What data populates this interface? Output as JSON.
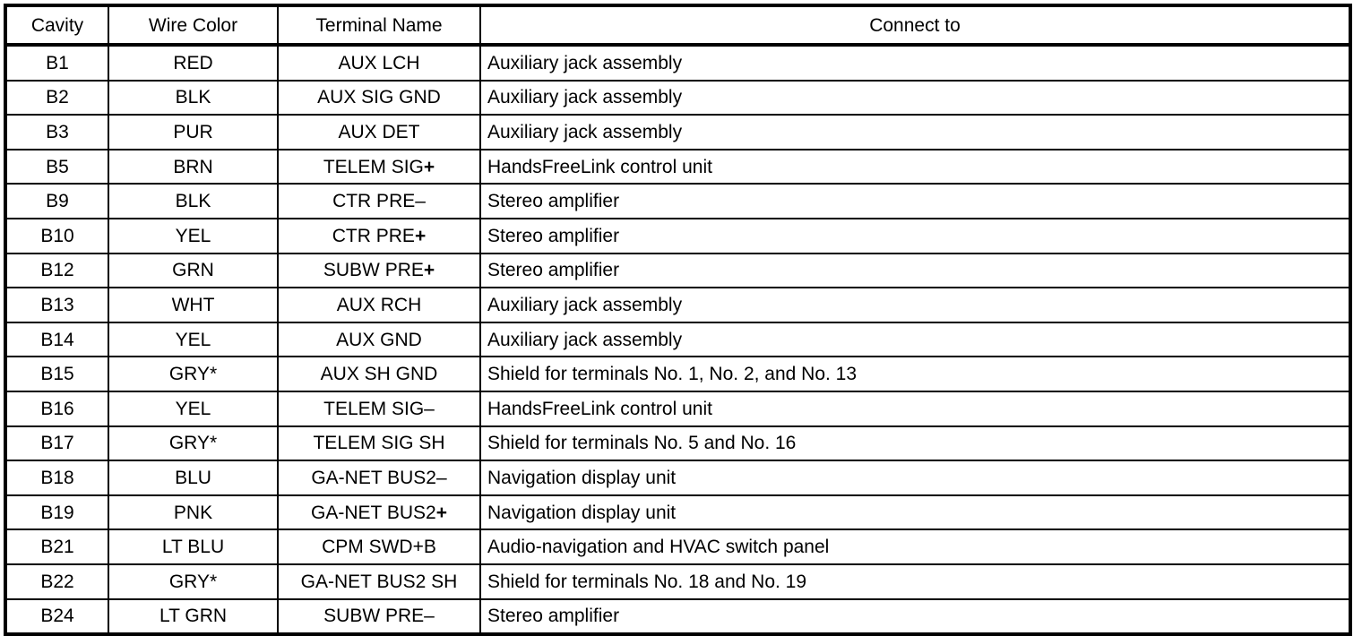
{
  "table": {
    "name": "connector-terminal-pinout",
    "columns": [
      {
        "key": "cavity",
        "label": "Cavity",
        "align": "center"
      },
      {
        "key": "wire",
        "label": "Wire Color",
        "align": "center"
      },
      {
        "key": "terminal",
        "label": "Terminal Name",
        "align": "center"
      },
      {
        "key": "connect",
        "label": "Connect to",
        "align": "center"
      }
    ],
    "rows": [
      {
        "cavity": "B1",
        "wire": "RED",
        "terminal": "AUX LCH",
        "connect": "Auxiliary jack assembly"
      },
      {
        "cavity": "B2",
        "wire": "BLK",
        "terminal": "AUX SIG GND",
        "connect": "Auxiliary jack assembly"
      },
      {
        "cavity": "B3",
        "wire": "PUR",
        "terminal": "AUX DET",
        "connect": "Auxiliary jack assembly"
      },
      {
        "cavity": "B5",
        "wire": "BRN",
        "terminal": "TELEM SIG+",
        "connect": "HandsFreeLink control unit"
      },
      {
        "cavity": "B9",
        "wire": "BLK",
        "terminal": "CTR PRE–",
        "connect": "Stereo amplifier"
      },
      {
        "cavity": "B10",
        "wire": "YEL",
        "terminal": "CTR PRE+",
        "connect": "Stereo amplifier"
      },
      {
        "cavity": "B12",
        "wire": "GRN",
        "terminal": "SUBW PRE+",
        "connect": "Stereo amplifier"
      },
      {
        "cavity": "B13",
        "wire": "WHT",
        "terminal": "AUX RCH",
        "connect": "Auxiliary jack assembly"
      },
      {
        "cavity": "B14",
        "wire": "YEL",
        "terminal": "AUX GND",
        "connect": "Auxiliary jack assembly"
      },
      {
        "cavity": "B15",
        "wire": "GRY*",
        "terminal": "AUX SH GND",
        "connect": "Shield for terminals No. 1, No. 2, and No. 13"
      },
      {
        "cavity": "B16",
        "wire": "YEL",
        "terminal": "TELEM SIG–",
        "connect": "HandsFreeLink control unit"
      },
      {
        "cavity": "B17",
        "wire": "GRY*",
        "terminal": "TELEM SIG SH",
        "connect": "Shield for terminals No. 5 and No. 16"
      },
      {
        "cavity": "B18",
        "wire": "BLU",
        "terminal": "GA-NET BUS2–",
        "connect": "Navigation display unit"
      },
      {
        "cavity": "B19",
        "wire": "PNK",
        "terminal": "GA-NET BUS2+",
        "connect": "Navigation display unit"
      },
      {
        "cavity": "B21",
        "wire": "LT BLU",
        "terminal": "CPM SWD+B",
        "connect": "Audio-navigation and HVAC switch panel"
      },
      {
        "cavity": "B22",
        "wire": "GRY*",
        "terminal": "GA-NET BUS2 SH",
        "connect": "Shield for terminals No. 18 and No. 19"
      },
      {
        "cavity": "B24",
        "wire": "LT GRN",
        "terminal": "SUBW PRE–",
        "connect": "Stereo amplifier"
      }
    ]
  },
  "style": {
    "border_color": "#000000",
    "background_color": "#ffffff",
    "text_color": "#000000"
  }
}
